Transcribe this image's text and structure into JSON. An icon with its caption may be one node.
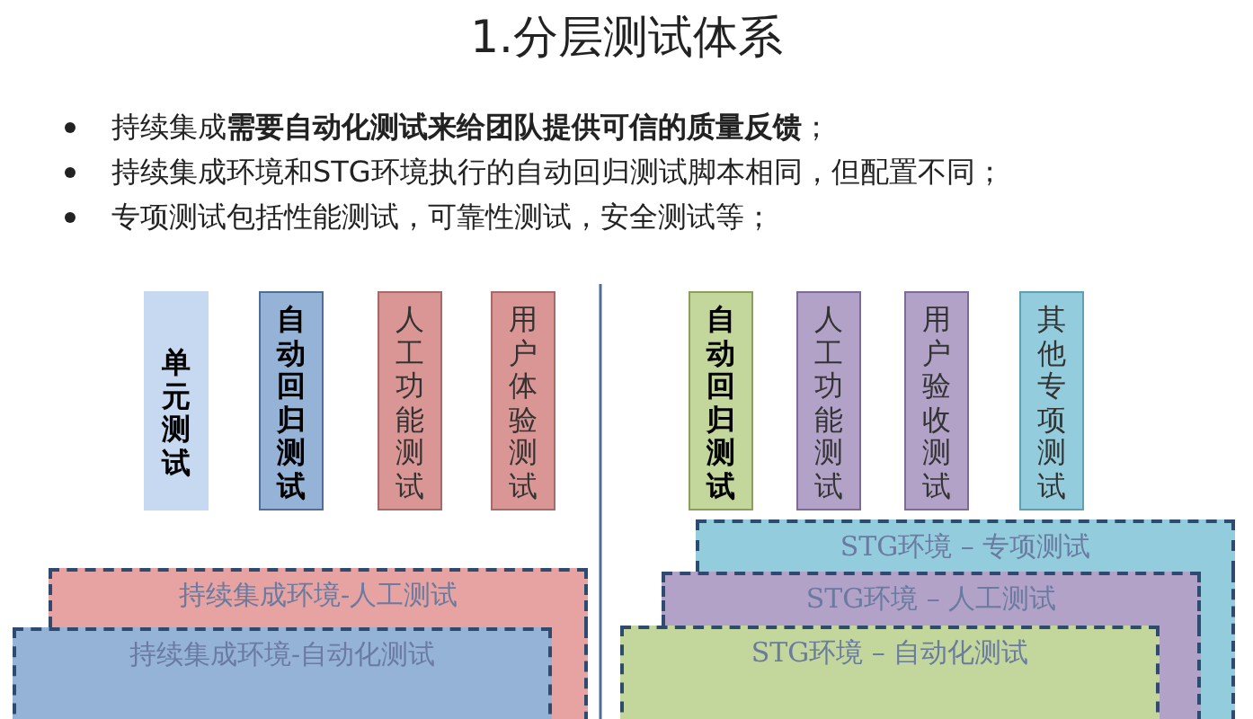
{
  "diagram": {
    "title": "1.分层测试体系",
    "nodes": [
      {
        "text": [
          "单元测试"
        ]
      },
      {
        "text": [
          "自动回归测试"
        ]
      },
      {
        "text": [
          "人工功能测试"
        ]
      },
      {
        "text": [
          "用户体验测试"
        ]
      },
      {
        "text": [
          "自动回归测试"
        ]
      },
      {
        "text": [
          "人工功能测试"
        ]
      },
      {
        "text": [
          "用户验收测试"
        ]
      },
      {
        "text": [
          "其他专项测试"
        ]
      },
      {
        "text": [
          "持续集成环境-人工测试"
        ]
      },
      {
        "text": [
          "持续集成环境-自动化测试"
        ]
      },
      {
        "text": [
          "STG环境 – 专项测试"
        ]
      },
      {
        "text": [
          "STG环境 – 人工测试"
        ]
      },
      {
        "text": [
          "STG环境 – 自动化测试"
        ]
      }
    ],
    "edges": [],
    "labels": [
      "持续集成**需要自动化测试来给团队提供可信的质量反馈**；",
      "持续集成环境和STG环境执行的自动回归测试脚本相同，但配置不同；",
      "专项测试包括性能测试，可靠性测试，安全测试等；"
    ]
  }
}
